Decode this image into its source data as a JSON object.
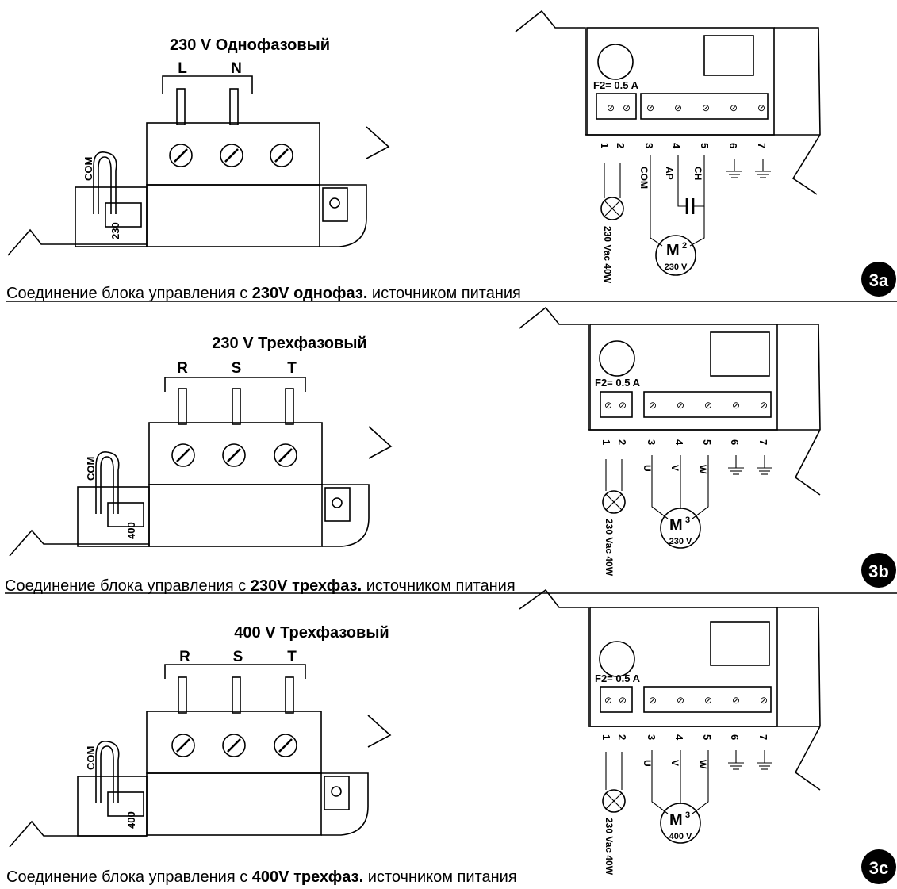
{
  "panels": [
    {
      "id": "3a",
      "heading": "230 V Однофазовый",
      "supply_terminals": [
        "L",
        "N"
      ],
      "jumper_label": "COM",
      "jumper_voltage": "230",
      "caption_pre": "Соединение блока управления с ",
      "caption_bold": "230V однофаз.",
      "caption_post": " источником питания",
      "fuse": "F2= 0.5 A",
      "terminal_numbers": [
        "1",
        "2",
        "3",
        "4",
        "5",
        "6",
        "7"
      ],
      "wire_labels": [
        "COM",
        "AP",
        "CH"
      ],
      "lamp_label": "230 Vac 40W",
      "motor_symbol": "M",
      "motor_phase": "2",
      "motor_voltage": "230 V",
      "badge": "3a"
    },
    {
      "id": "3b",
      "heading": "230 V Трехфазовый",
      "supply_terminals": [
        "R",
        "S",
        "T"
      ],
      "jumper_label": "COM",
      "jumper_voltage": "400",
      "caption_pre": "Соединение блока управления с ",
      "caption_bold": "230V трехфаз.",
      "caption_post": " источником питания",
      "fuse": "F2= 0.5 A",
      "terminal_numbers": [
        "1",
        "2",
        "3",
        "4",
        "5",
        "6",
        "7"
      ],
      "wire_labels": [
        "U",
        "V",
        "W"
      ],
      "lamp_label": "230 Vac 40W",
      "motor_symbol": "M",
      "motor_phase": "3",
      "motor_voltage": "230 V",
      "badge": "3b"
    },
    {
      "id": "3c",
      "heading": "400 V Трехфазовый",
      "supply_terminals": [
        "R",
        "S",
        "T"
      ],
      "jumper_label": "COM",
      "jumper_voltage": "400",
      "caption_pre": "Соединение блока управления с ",
      "caption_bold": "400V трехфаз.",
      "caption_post": " источником питания",
      "fuse": "F2= 0.5 A",
      "terminal_numbers": [
        "1",
        "2",
        "3",
        "4",
        "5",
        "6",
        "7"
      ],
      "wire_labels": [
        "U",
        "V",
        "W"
      ],
      "lamp_label": "230 Vac 40W",
      "motor_symbol": "M",
      "motor_phase": "3",
      "motor_voltage": "400 V",
      "badge": "3c"
    }
  ]
}
